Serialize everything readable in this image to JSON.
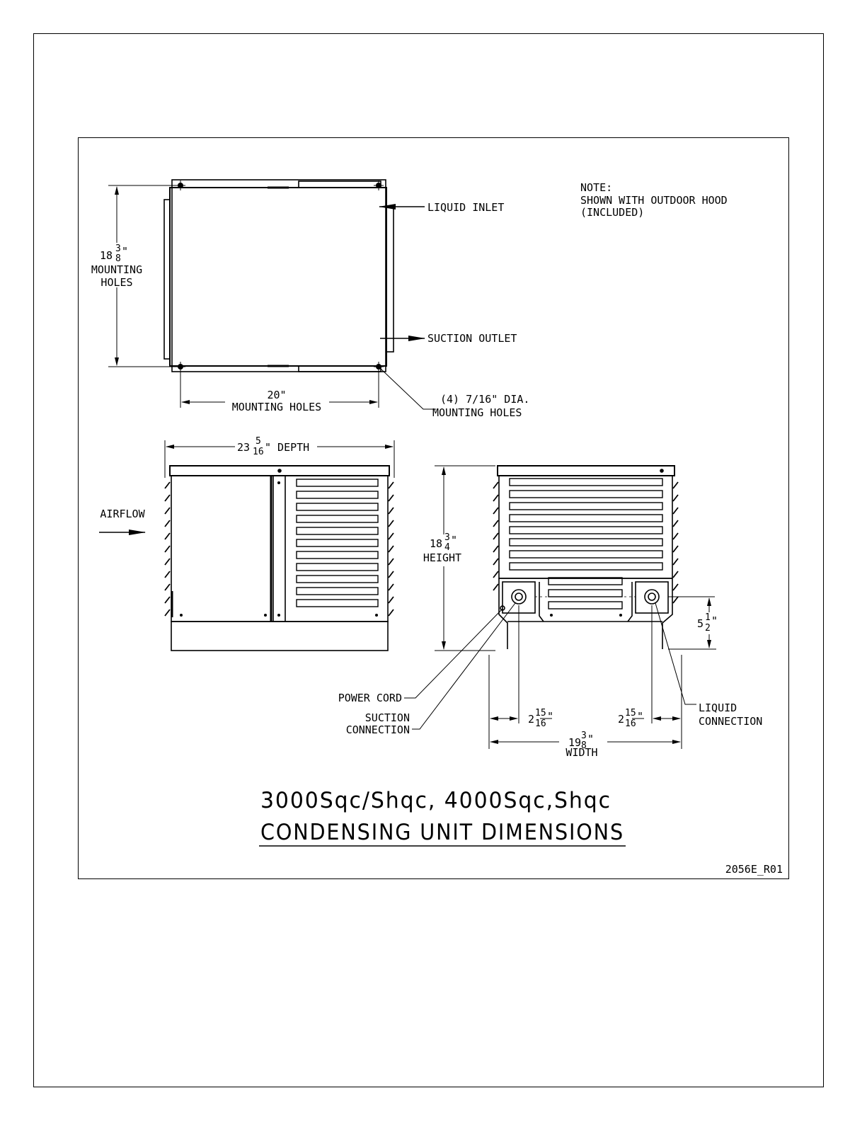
{
  "top_view": {
    "mounting_height_whole": "18",
    "mounting_height_num": "3",
    "mounting_height_den": "8",
    "mounting_height_inch": "\"",
    "mounting_height_text": [
      "MOUNTING",
      "HOLES"
    ],
    "liquid_inlet": "LIQUID INLET",
    "suction_outlet": "SUCTION OUTLET",
    "mounting_width_value": "20\"",
    "mounting_width_text": "MOUNTING HOLES",
    "holes_callout": [
      "(4) 7/16\" DIA.",
      "MOUNTING HOLES"
    ]
  },
  "note": {
    "title": "NOTE:",
    "lines": [
      "SHOWN WITH OUTDOOR HOOD",
      "(INCLUDED)"
    ]
  },
  "side_view": {
    "depth_whole": "23",
    "depth_num": "5",
    "depth_den": "16",
    "depth_text": "\" DEPTH",
    "airflow": "AIRFLOW"
  },
  "front_view": {
    "height_whole": "18",
    "height_num": "3",
    "height_den": "4",
    "height_inch": "\"",
    "height_text": "HEIGHT",
    "conn_height_whole": "5",
    "conn_height_num": "1",
    "conn_height_den": "2",
    "conn_height_inch": "\"",
    "left_offset_whole": "2",
    "left_offset_num": "15",
    "left_offset_den": "16",
    "left_offset_inch": "\"",
    "right_offset_whole": "2",
    "right_offset_num": "15",
    "right_offset_den": "16",
    "right_offset_inch": "\"",
    "width_whole": "19",
    "width_num": "3",
    "width_den": "8",
    "width_inch": "\"",
    "width_text": "WIDTH",
    "power_cord": "POWER CORD",
    "suction_connection": [
      "SUCTION",
      "CONNECTION"
    ],
    "liquid_connection": [
      "LIQUID",
      "CONNECTION"
    ]
  },
  "title_block": {
    "line1": "3000Sqc/Shqc, 4000Sqc,Shqc",
    "line2": "CONDENSING UNIT DIMENSIONS",
    "drawing_number": "2056E_R01"
  }
}
